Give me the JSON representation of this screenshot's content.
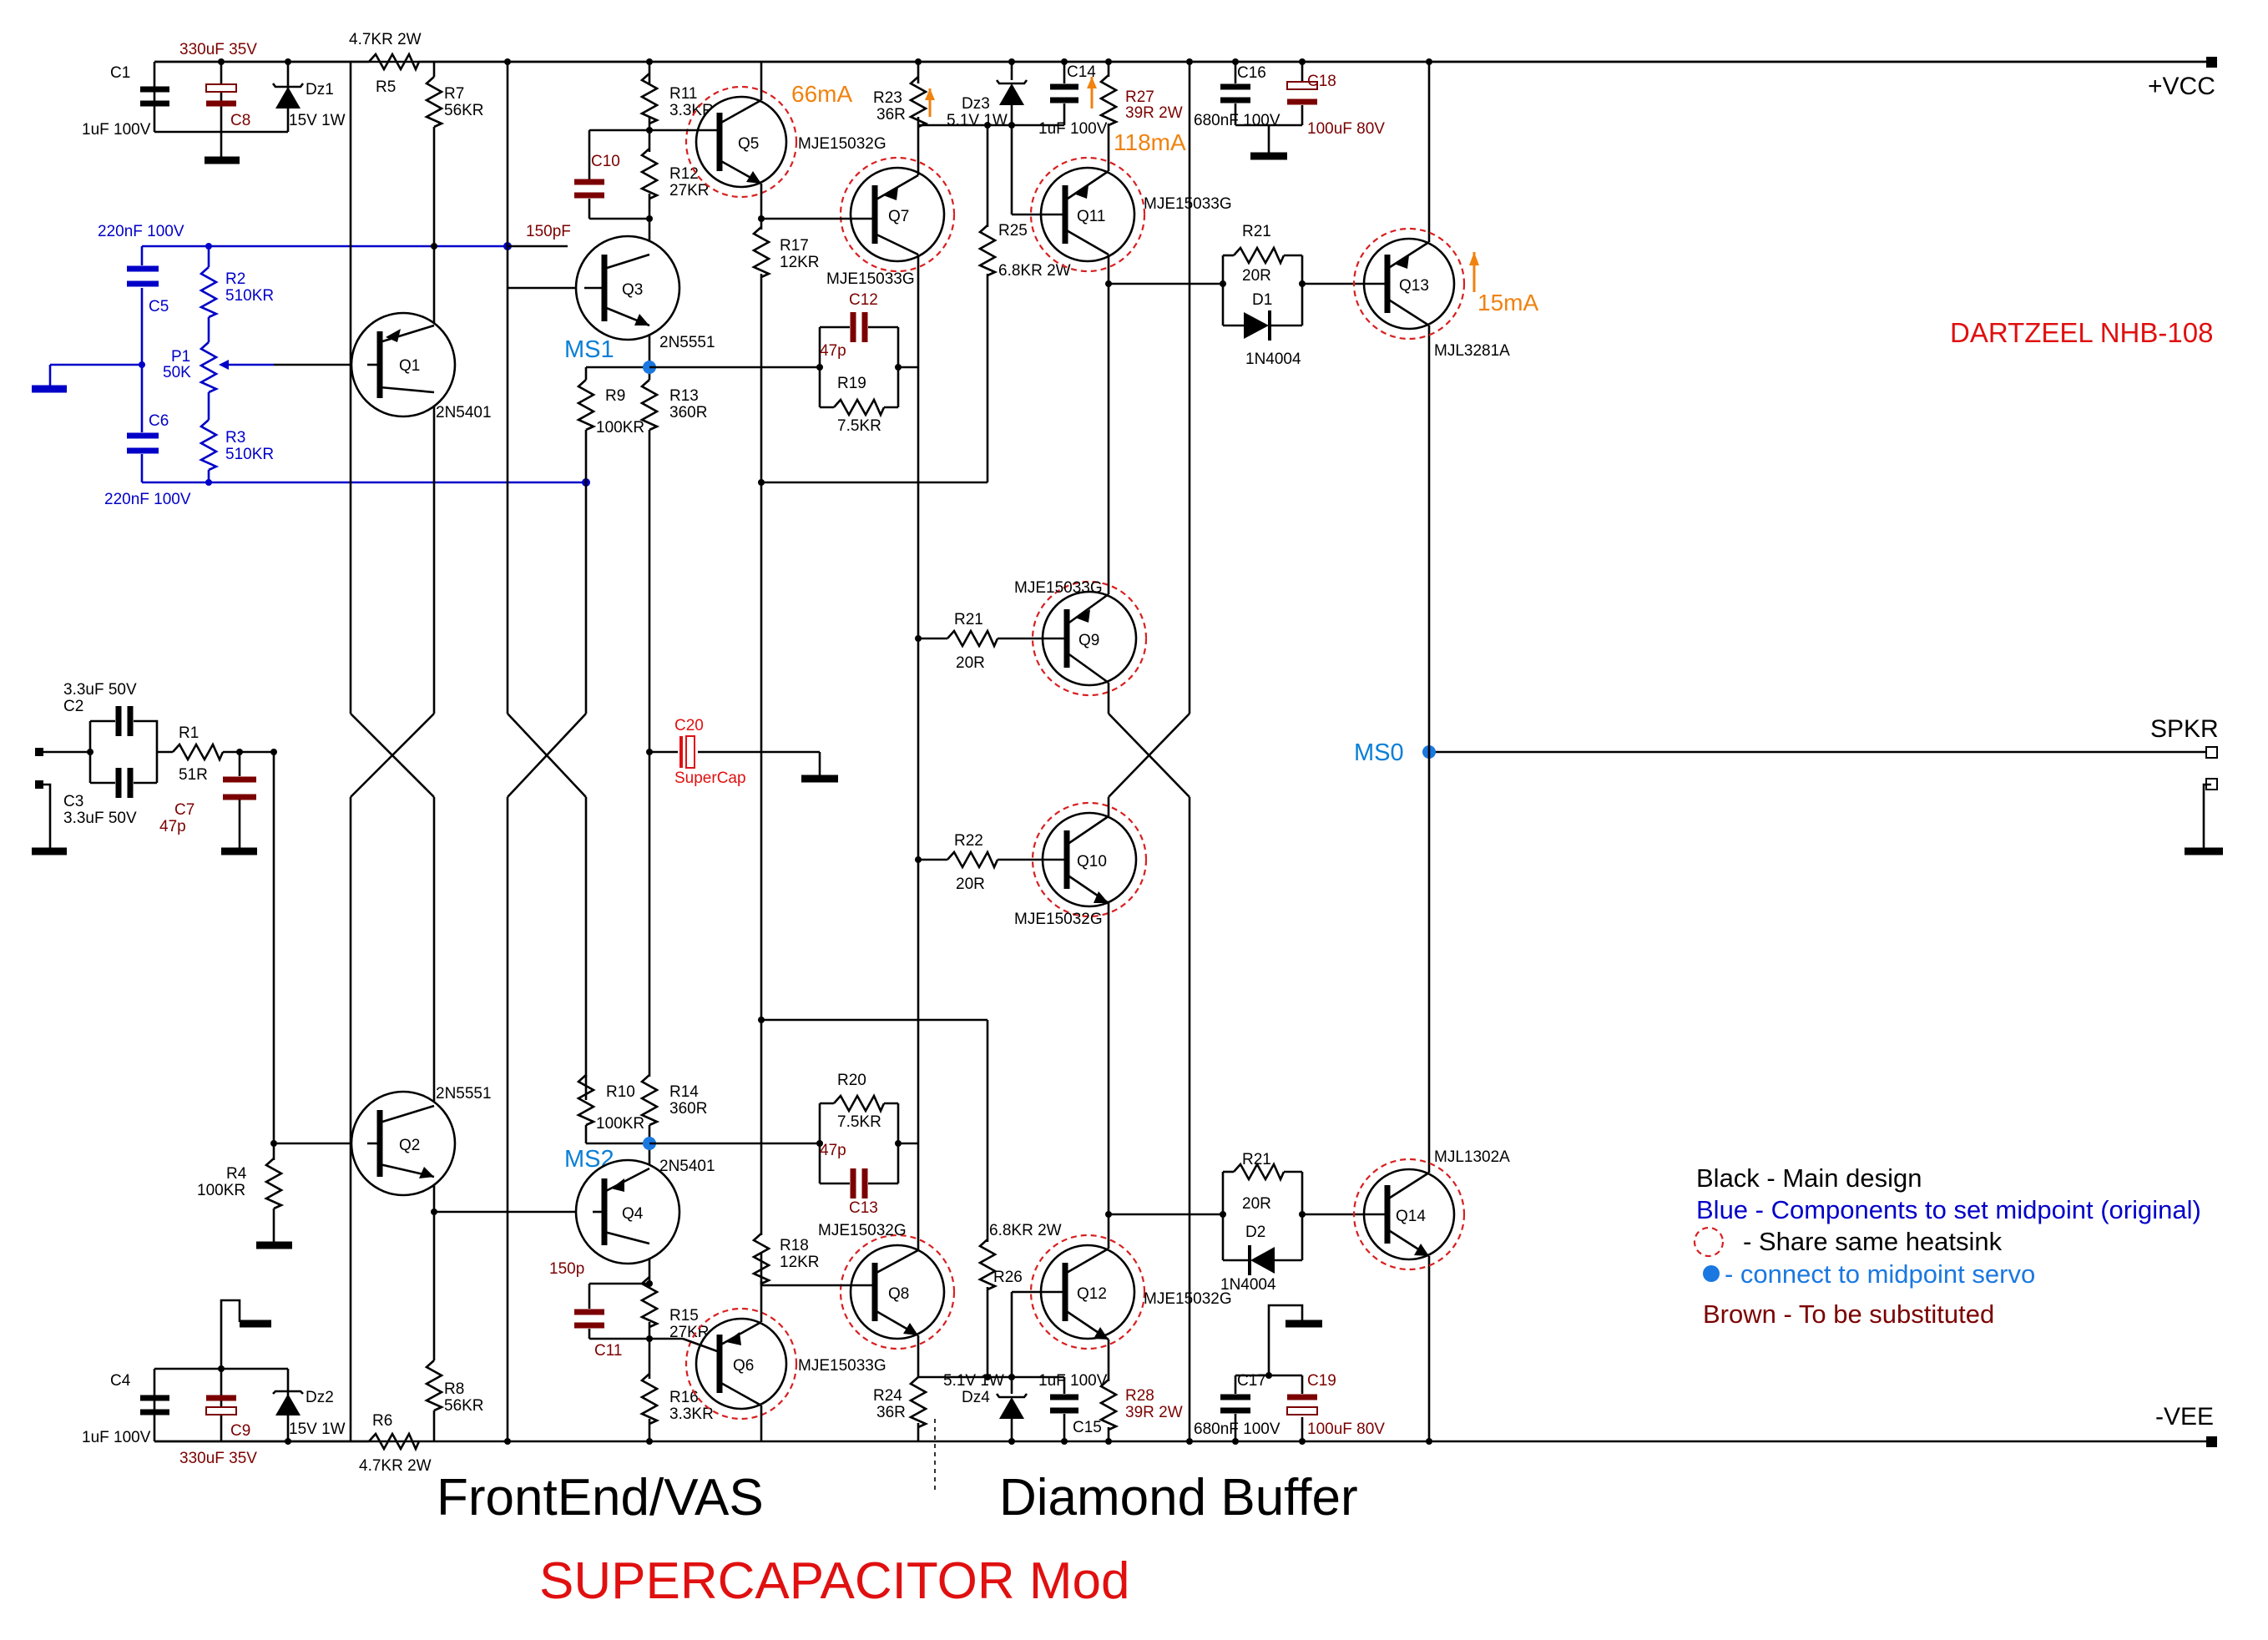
{
  "title": "DARTZEEL NHB-108",
  "rails": {
    "vcc": "+VCC",
    "vee": "-VEE",
    "spkr": "SPKR"
  },
  "sections": {
    "frontend": "FrontEnd/VAS",
    "buffer": "Diamond Buffer",
    "mod": "SUPERCAPACITOR Mod"
  },
  "midpoints": {
    "ms0": "MS0",
    "ms1": "MS1",
    "ms2": "MS2"
  },
  "currents": {
    "i_q5": "66mA",
    "i_q11": "118mA",
    "i_q13": "15mA"
  },
  "legend": {
    "black": "Black - Main design",
    "blue": "Blue - Components to set midpoint (original)",
    "heatsink": "- Share same heatsink",
    "servo": "- connect to midpoint servo",
    "brown": "Brown - To be substituted"
  },
  "colors": {
    "main": "#000000",
    "midpoint": "#0000c8",
    "substitute": "#7b0000",
    "heatsink": "#d81f1f",
    "current": "#f0820f",
    "title": "#e01010",
    "ms": "#0a7fd6"
  },
  "transistors": {
    "q1": {
      "ref": "Q1",
      "part": "2N5401"
    },
    "q2": {
      "ref": "Q2",
      "part": "2N5551"
    },
    "q3": {
      "ref": "Q3",
      "part": "2N5551"
    },
    "q4": {
      "ref": "Q4",
      "part": "2N5401"
    },
    "q5": {
      "ref": "Q5",
      "part": "MJE15032G"
    },
    "q6": {
      "ref": "Q6",
      "part": "MJE15033G"
    },
    "q7": {
      "ref": "Q7",
      "part": "MJE15033G"
    },
    "q8": {
      "ref": "Q8",
      "part": "MJE15032G"
    },
    "q9": {
      "ref": "Q9",
      "part": "MJE15033G"
    },
    "q10": {
      "ref": "Q10",
      "part": "MJE15032G"
    },
    "q11": {
      "ref": "Q11",
      "part": "MJE15033G"
    },
    "q12": {
      "ref": "Q12",
      "part": "MJE15032G"
    },
    "q13": {
      "ref": "Q13",
      "part": "MJL3281A"
    },
    "q14": {
      "ref": "Q14",
      "part": "MJL1302A"
    }
  },
  "resistors": {
    "r1": {
      "ref": "R1",
      "val": "51R"
    },
    "r2": {
      "ref": "R2",
      "val": "510KR"
    },
    "r3": {
      "ref": "R3",
      "val": "510KR"
    },
    "r4": {
      "ref": "R4",
      "val": "100KR"
    },
    "r5": {
      "ref": "R5",
      "val": "4.7KR 2W"
    },
    "r6": {
      "ref": "R6",
      "val": "4.7KR 2W"
    },
    "r7": {
      "ref": "R7",
      "val": "56KR"
    },
    "r8": {
      "ref": "R8",
      "val": "56KR"
    },
    "r9": {
      "ref": "R9",
      "val": "100KR"
    },
    "r10": {
      "ref": "R10",
      "val": "100KR"
    },
    "r11": {
      "ref": "R11",
      "val": "3.3KR"
    },
    "r12": {
      "ref": "R12",
      "val": "27KR"
    },
    "r13": {
      "ref": "R13",
      "val": "360R"
    },
    "r14": {
      "ref": "R14",
      "val": "360R"
    },
    "r15": {
      "ref": "R15",
      "val": "27KR"
    },
    "r16": {
      "ref": "R16",
      "val": "3.3KR"
    },
    "r17": {
      "ref": "R17",
      "val": "12KR"
    },
    "r18": {
      "ref": "R18",
      "val": "12KR"
    },
    "r19": {
      "ref": "R19",
      "val": "7.5KR"
    },
    "r20": {
      "ref": "R20",
      "val": "7.5KR"
    },
    "r21a": {
      "ref": "R21",
      "val": "20R"
    },
    "r21b": {
      "ref": "R21",
      "val": "20R"
    },
    "r21c": {
      "ref": "R21",
      "val": "20R"
    },
    "r22": {
      "ref": "R22",
      "val": "20R"
    },
    "r23": {
      "ref": "R23",
      "val": "36R"
    },
    "r24": {
      "ref": "R24",
      "val": "36R"
    },
    "r25": {
      "ref": "R25",
      "val": "6.8KR 2W"
    },
    "r26": {
      "ref": "R26",
      "val": "6.8KR 2W"
    },
    "r27": {
      "ref": "R27",
      "val": "39R 2W"
    },
    "r28": {
      "ref": "R28",
      "val": "39R 2W"
    },
    "p1": {
      "ref": "P1",
      "val": "50K"
    }
  },
  "capacitors": {
    "c1": {
      "ref": "C1",
      "val": "1uF 100V"
    },
    "c2": {
      "ref": "C2",
      "val": "3.3uF 50V"
    },
    "c3": {
      "ref": "C3",
      "val": "3.3uF 50V"
    },
    "c4": {
      "ref": "C4",
      "val": "1uF 100V"
    },
    "c5": {
      "ref": "C5",
      "val": "220nF 100V"
    },
    "c6": {
      "ref": "C6",
      "val": "220nF 100V"
    },
    "c7": {
      "ref": "C7",
      "val": "47p"
    },
    "c8": {
      "ref": "C8",
      "val": "330uF 35V"
    },
    "c9": {
      "ref": "C9",
      "val": "330uF 35V"
    },
    "c10": {
      "ref": "C10",
      "val": "150pF"
    },
    "c11": {
      "ref": "C11",
      "val": "150p"
    },
    "c12": {
      "ref": "C12",
      "val": "47p"
    },
    "c13": {
      "ref": "C13",
      "val": "47p"
    },
    "c14": {
      "ref": "C14",
      "val": "1uF 100V"
    },
    "c15": {
      "ref": "C15",
      "val": "1uF 100V"
    },
    "c16": {
      "ref": "C16",
      "val": "680nF 100V"
    },
    "c17": {
      "ref": "C17",
      "val": "680nF 100V"
    },
    "c18": {
      "ref": "C18",
      "val": "100uF 80V"
    },
    "c19": {
      "ref": "C19",
      "val": "100uF 80V"
    },
    "c20": {
      "ref": "C20",
      "val": "SuperCap"
    }
  },
  "diodes": {
    "dz1": {
      "ref": "Dz1",
      "val": "15V 1W"
    },
    "dz2": {
      "ref": "Dz2",
      "val": "15V 1W"
    },
    "dz3": {
      "ref": "Dz3",
      "val": "5.1V 1W"
    },
    "dz4": {
      "ref": "Dz4",
      "val": "5.1V 1W"
    },
    "d1": {
      "ref": "D1",
      "val": "1N4004"
    },
    "d2": {
      "ref": "D2",
      "val": "1N4004"
    }
  }
}
